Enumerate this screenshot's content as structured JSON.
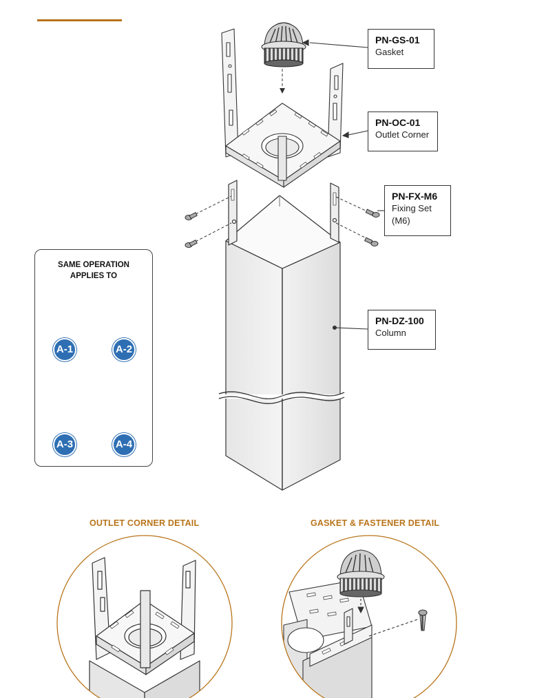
{
  "callouts": [
    {
      "code": "PN-GS-01",
      "desc": [
        "Gasket"
      ]
    },
    {
      "code": "PN-OC-01",
      "desc": [
        "Outlet Corner"
      ]
    },
    {
      "code": "PN-FX-M6",
      "desc": [
        "Fixing Set",
        "(M6)"
      ]
    },
    {
      "code": "PN-DZ-100",
      "desc": [
        "Column"
      ]
    }
  ],
  "applies_panel": {
    "title_lines": [
      "SAME OPERATION",
      "APPLIES TO"
    ],
    "variants": [
      "A-1",
      "A-2",
      "A-3",
      "A-4"
    ]
  },
  "details": {
    "outlet_corner_title": "OUTLET CORNER DETAIL",
    "gasket_fastener_title": "GASKET & FASTENER DETAIL"
  },
  "colors": {
    "accent": "#b8741a",
    "badge": "#2e6fb4",
    "line": "#333333"
  }
}
